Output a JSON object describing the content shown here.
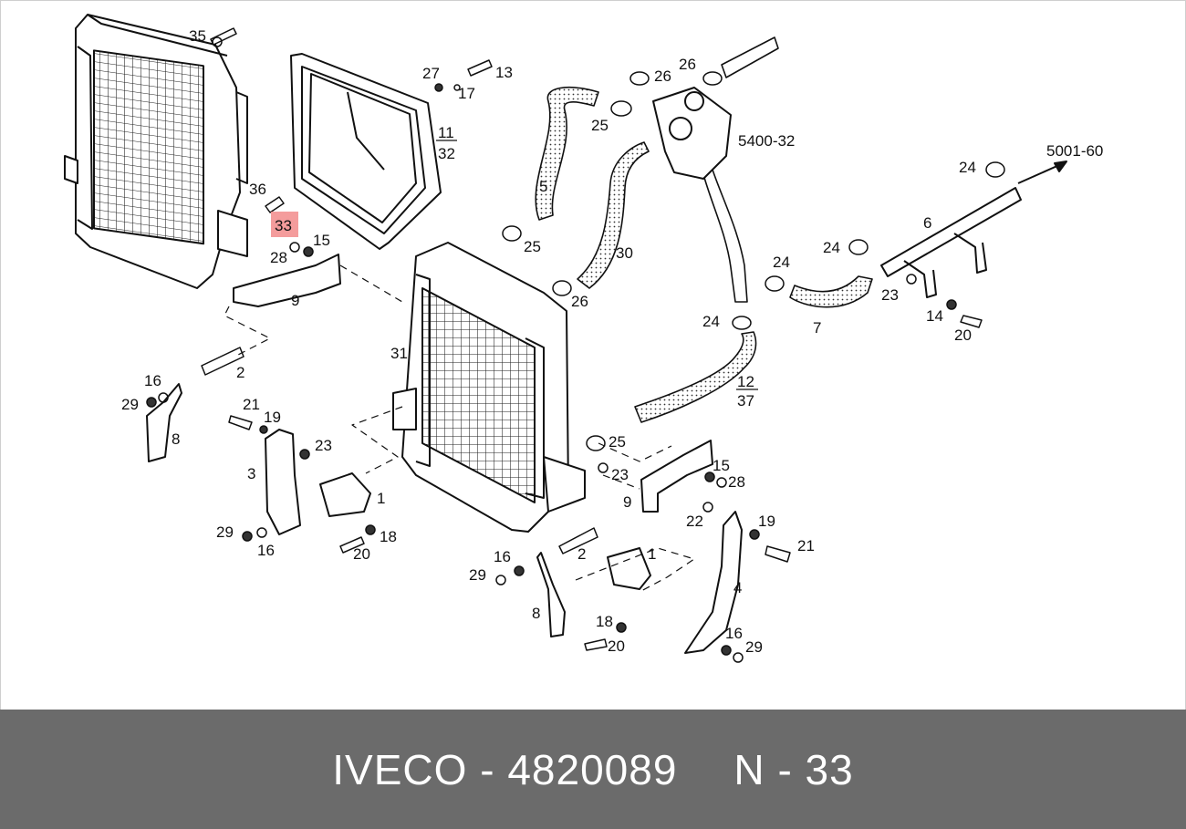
{
  "diagram": {
    "highlight_color": "#f28b8b",
    "labels": {
      "l35": "35",
      "l27": "27",
      "l13": "13",
      "l17": "17",
      "l11": "11",
      "l32": "32",
      "l36": "36",
      "l33": "33",
      "l15a": "15",
      "l28a": "28",
      "l9a": "9",
      "l2a": "2",
      "l16a": "16",
      "l29a": "29",
      "l8a": "8",
      "l21a": "21",
      "l19a": "19",
      "l23a": "23",
      "l3": "3",
      "l1a": "1",
      "l29b": "29",
      "l16b": "16",
      "l20a": "20",
      "l18a": "18",
      "l31": "31",
      "l26a": "26",
      "l26b": "26",
      "l25a": "25",
      "l5": "5",
      "l25b": "25",
      "l30": "30",
      "l26c": "26",
      "l5400": "5400-32",
      "l5001": "5001-60",
      "l24a": "24",
      "l6": "6",
      "l24b": "24",
      "l24c": "24",
      "l23b": "23",
      "l14": "14",
      "l20b": "20",
      "l7": "7",
      "l24d": "24",
      "l12": "12",
      "l37": "37",
      "l25c": "25",
      "l23c": "23",
      "l15b": "15",
      "l28b": "28",
      "l9b": "9",
      "l22": "22",
      "l19b": "19",
      "l21b": "21",
      "l2b": "2",
      "l16c": "16",
      "l29c": "29",
      "l1b": "1",
      "l8b": "8",
      "l4": "4",
      "l18b": "18",
      "l20c": "20",
      "l16d": "16",
      "l29d": "29"
    }
  },
  "footer": {
    "brand": "IVECO",
    "sep1": "-",
    "part_number": "4820089",
    "ref_letter": "N",
    "sep2": "-",
    "ref_number": "33",
    "background_color": "#6b6b6b",
    "text_color": "#ffffff"
  }
}
